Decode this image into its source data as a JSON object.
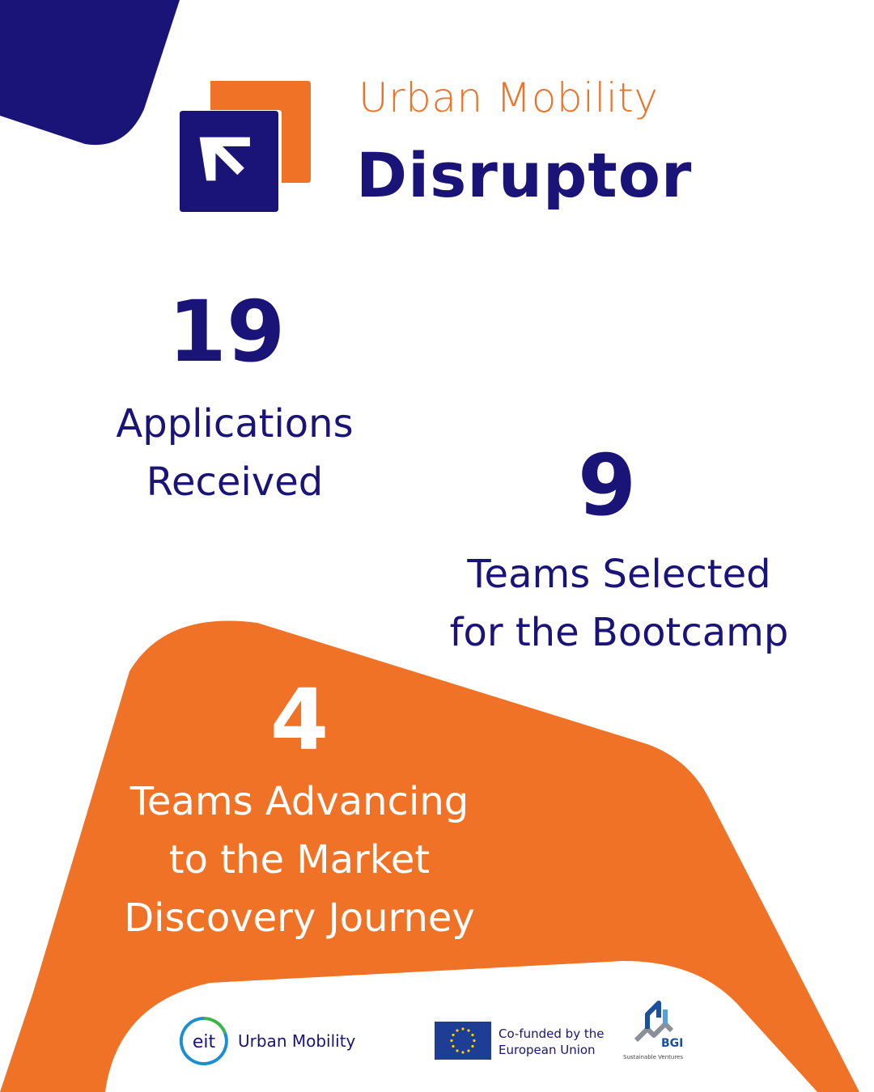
{
  "brand": {
    "title_line1": "Urban Mobility",
    "title_line2": "Disruptor",
    "logo_icon": "arrow-diagonal-icon",
    "colors": {
      "navy": "#1a1478",
      "orange": "#f07226",
      "white": "#ffffff"
    }
  },
  "stats": [
    {
      "number": "19",
      "label_line1": "Applications",
      "label_line2": "Received"
    },
    {
      "number": "9",
      "label_line1": "Teams Selected",
      "label_line2": "for the Bootcamp"
    },
    {
      "number": "4",
      "label_line1": "Teams Advancing",
      "label_line2": "to the Market",
      "label_line3": "Discovery Journey"
    }
  ],
  "footer": {
    "eit_logo_text": "eit",
    "eit_label": "Urban Mobility",
    "eu_label_line1": "Co-funded by the",
    "eu_label_line2": "European Union",
    "bgi_label": "BGI",
    "bgi_caption": "Sustainable Ventures"
  }
}
